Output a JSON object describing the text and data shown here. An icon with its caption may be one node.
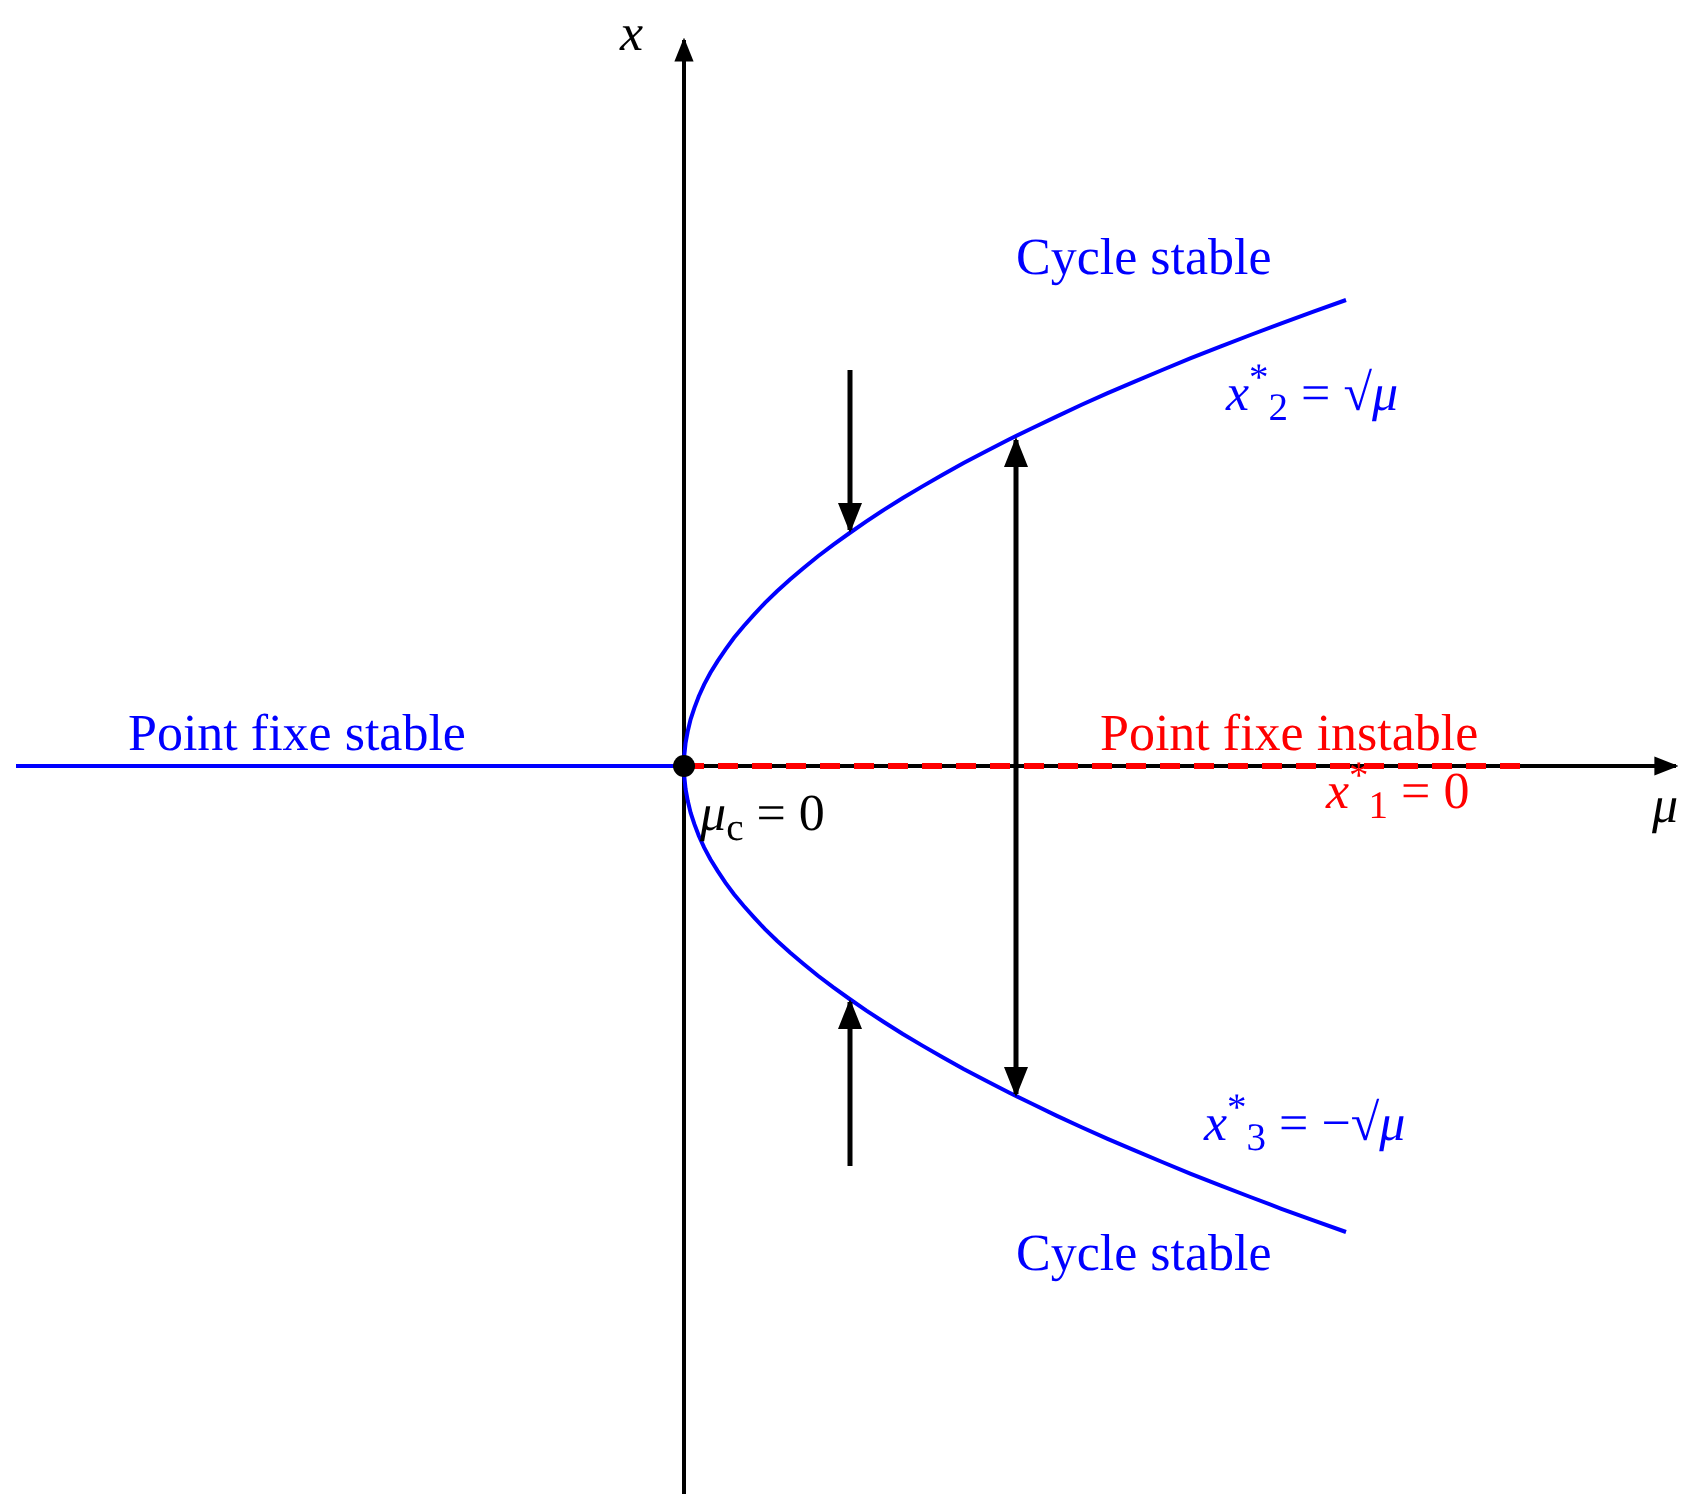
{
  "diagram": {
    "labels": [
      "*x*",
      "Cycle stable",
      "*x*$^{*}$$_{2}$ = √*μ*",
      "Point fixe stable",
      "Point fixe instable",
      "*x*$^{*}$$_{1}$ = 0",
      "*μ*",
      "*μ*$_{c}$ = 0",
      "*x*$^{*}$$_{3}$ = −√*μ*",
      "Cycle stable"
    ]
  }
}
